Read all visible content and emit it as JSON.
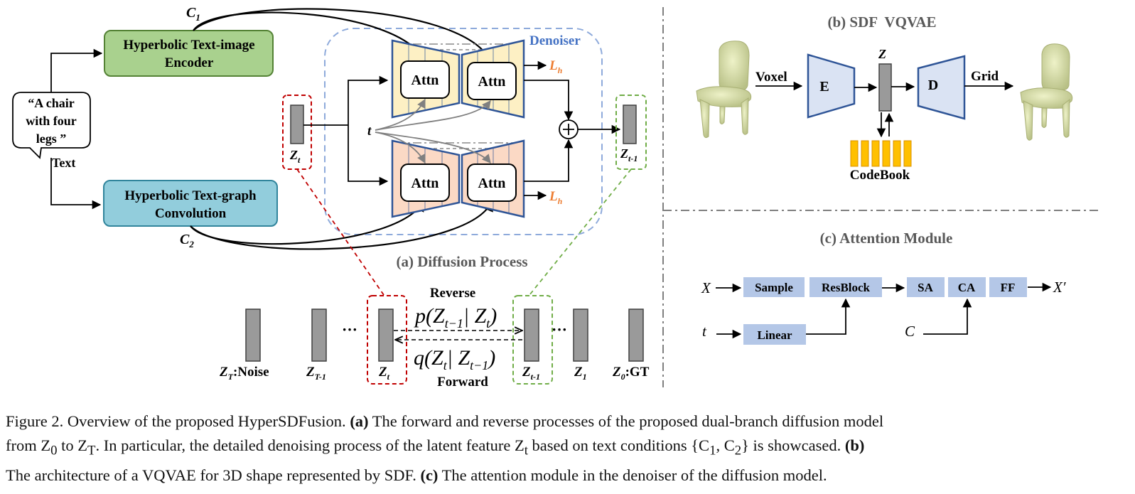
{
  "panel_a": {
    "text_bubble": [
      "“A chair",
      "with four",
      "legs ”"
    ],
    "text_label": "Text",
    "encoder_line1": "Hyperbolic Text-image",
    "encoder_line2": "Encoder",
    "graph_line1": "Hyperbolic Text-graph",
    "graph_line2": "Convolution",
    "c1": "C",
    "c1_sub": "1",
    "c2": "C",
    "c2_sub": "2",
    "denoiser": "Denoiser",
    "attn": "Attn",
    "lh": "L",
    "lh_sub": "h",
    "t": "t",
    "zt": "Z",
    "zt_sub": "t",
    "zt1": "Z",
    "zt1_sub": "t-1",
    "title": "(a) Diffusion Process",
    "reverse": "Reverse",
    "forward": "Forward",
    "p_expr": "p(Z",
    "p_rest": "| Z",
    "q_expr": "q(Z",
    "q_rest": "| Z",
    "ellipsis": "···",
    "chain": [
      {
        "main": "Z",
        "sub": "T",
        "tail": ":Noise"
      },
      {
        "main": "Z",
        "sub": "T-1",
        "tail": ""
      },
      {
        "main": "Z",
        "sub": "t",
        "tail": ""
      },
      {
        "main": "Z",
        "sub": "t-1",
        "tail": ""
      },
      {
        "main": "Z",
        "sub": "1",
        "tail": ""
      },
      {
        "main": "Z",
        "sub": "0",
        "tail": ":GT"
      }
    ]
  },
  "panel_b": {
    "title": "(b) SDF  VQVAE",
    "voxel": "Voxel",
    "grid": "Grid",
    "encoder": "E",
    "decoder": "D",
    "z": "Z",
    "codebook": "CodeBook"
  },
  "panel_c": {
    "title": "(c) Attention Module",
    "x_in": "X",
    "x_out": "X′",
    "t": "t",
    "c": "C",
    "sample": "Sample",
    "resblock": "ResBlock",
    "linear": "Linear",
    "sa": "SA",
    "ca": "CA",
    "ff": "FF"
  },
  "caption": {
    "l1_a": "Figure 2. Overview of the proposed HyperSDFusion.",
    "l1_b": "(a)",
    "l1_c": "The forward and reverse processes of the proposed dual-branch diffusion model",
    "l2_a": "from Z",
    "l2_a_sub": "0",
    "l2_b": "to Z",
    "l2_b_sub": "T",
    "l2_c": ". In particular, the detailed denoising process of the latent feature Z",
    "l2_c_sub": "t",
    "l2_d": "based on text conditions {C",
    "l2_d_sub1": "1",
    "l2_e": ", C",
    "l2_e_sub": "2",
    "l2_f": "} is showcased.",
    "l2_g": "(b)",
    "l3_a": "The architecture of a VQVAE for 3D shape represented by SDF.",
    "l3_b": "(c)",
    "l3_c": "The attention module in the denoiser of the diffusion model."
  },
  "colors": {
    "encoder_fill": "#a9d18e",
    "graph_fill": "#92cddc",
    "denoiser_border": "#8eaadb",
    "upper_fill": "#fdf0c4",
    "lower_fill": "#fbd9c5",
    "trap_border": "#2f5597",
    "latent_fill": "#9a9a9a",
    "red_dash": "#c00000",
    "green_dash": "#70ad47",
    "lh_color": "#ed7d31",
    "module_fill": "#b4c7e7",
    "codebook_fill": "#ffc000",
    "vq_fill": "#dae3f3",
    "chair_color": "#d8dfa8"
  }
}
